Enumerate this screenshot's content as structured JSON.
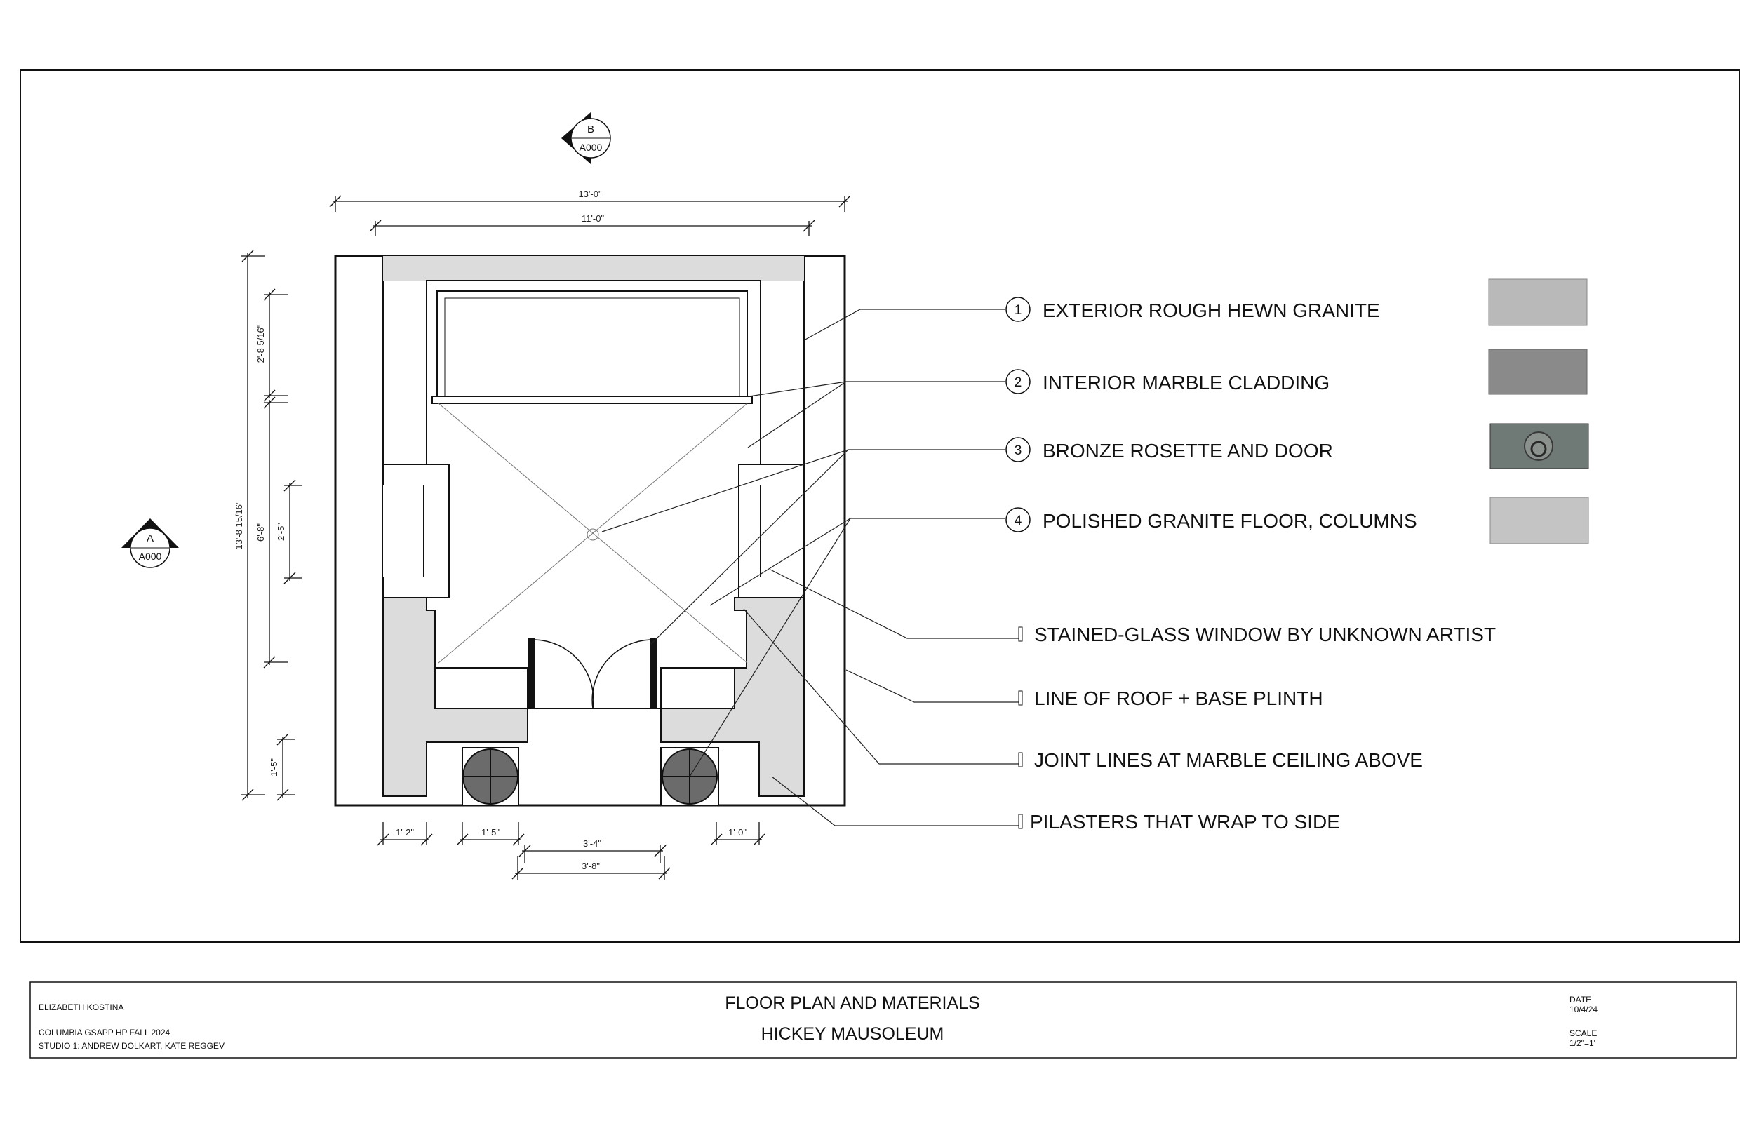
{
  "section_marker_top": {
    "letter": "B",
    "sheet": "A000"
  },
  "section_marker_left": {
    "letter": "A",
    "sheet": "A000"
  },
  "dimensions": {
    "overall_width": "13'-0\"",
    "inner_width": "11'-0\"",
    "overall_depth": "13'-8 15/16\"",
    "rear_depth": "2'-8 5/16\"",
    "chamber_depth": "6'-8\"",
    "window_width": "2'-5\"",
    "front_depth": "1'-5\"",
    "bottom_left_wall": "1'-2\"",
    "column_width": "1'-5\"",
    "door_width": "3'-4\"",
    "opening_width": "3'-8\"",
    "bottom_right_wall": "1'-0\""
  },
  "materials": [
    {
      "number": "1",
      "label": "EXTERIOR ROUGH HEWN GRANITE",
      "swatch": "#b9b9b9"
    },
    {
      "number": "2",
      "label": "INTERIOR MARBLE CLADDING",
      "swatch": "#8a8a8a"
    },
    {
      "number": "3",
      "label": "BRONZE ROSETTE AND DOOR",
      "swatch": "#6f7a76"
    },
    {
      "number": "4",
      "label": "POLISHED GRANITE FLOOR, COLUMNS",
      "swatch": "#c4c4c4"
    }
  ],
  "notes": [
    {
      "label": "STAINED-GLASS WINDOW BY UNKNOWN ARTIST"
    },
    {
      "label": "LINE OF ROOF + BASE PLINTH"
    },
    {
      "label": "JOINT LINES AT MARBLE CEILING ABOVE"
    },
    {
      "label": "PILASTERS THAT WRAP TO SIDE"
    }
  ],
  "title_block": {
    "author": "ELIZABETH KOSTINA",
    "school": "COLUMBIA GSAPP HP FALL 2024",
    "studio": "STUDIO 1: ANDREW DOLKART, KATE REGGEV",
    "title": "FLOOR PLAN AND MATERIALS",
    "subtitle": "HICKEY MAUSOLEUM",
    "date_label": "DATE",
    "date": "10/4/24",
    "scale_label": "SCALE",
    "scale": "1/2\"=1'"
  },
  "colors": {
    "wall_fill": "#dcdcdc",
    "column_fill": "#6b6b6b",
    "line": "#111111"
  }
}
